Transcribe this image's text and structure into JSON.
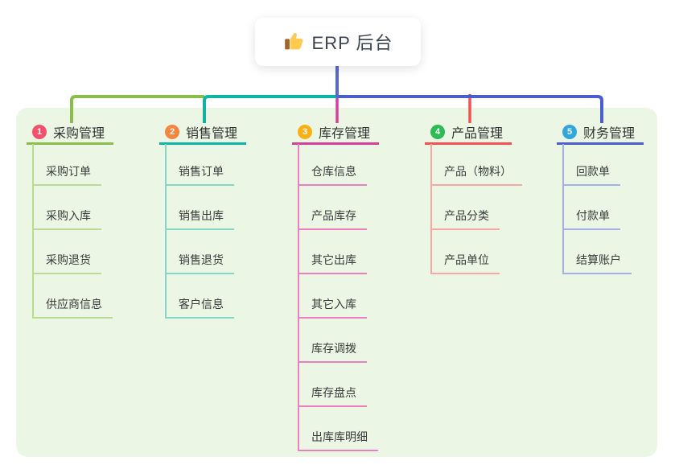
{
  "root": {
    "title": "ERP 后台",
    "icon": "thumbs-up-icon"
  },
  "palette": {
    "panel_bg": "#ebf7e4",
    "root_connector": "#5568d4",
    "text": "#333333"
  },
  "branches": [
    {
      "index": "1",
      "label": "采购管理",
      "badge_color": "#f5516c",
      "line_color": "#8abe4a",
      "child_line_color": "#b9db94",
      "children": [
        "采购订单",
        "采购入库",
        "采购退货",
        "供应商信息"
      ]
    },
    {
      "index": "2",
      "label": "销售管理",
      "badge_color": "#f6863f",
      "line_color": "#0db5a5",
      "child_line_color": "#82d7c9",
      "children": [
        "销售订单",
        "销售出库",
        "销售退货",
        "客户信息"
      ]
    },
    {
      "index": "3",
      "label": "库存管理",
      "badge_color": "#f9b016",
      "line_color": "#d64099",
      "child_line_color": "#ec7fc0",
      "children": [
        "仓库信息",
        "产品库存",
        "其它出库",
        "其它入库",
        "库存调拨",
        "库存盘点",
        "出库库明细"
      ]
    },
    {
      "index": "4",
      "label": "产品管理",
      "badge_color": "#2dbb55",
      "line_color": "#f15352",
      "child_line_color": "#f8a7a5",
      "children": [
        "产品（物料）",
        "产品分类",
        "产品单位"
      ]
    },
    {
      "index": "5",
      "label": "财务管理",
      "badge_color": "#31a5de",
      "line_color": "#4a5ed0",
      "child_line_color": "#a2b1e9",
      "children": [
        "回款单",
        "付款单",
        "结算账户"
      ]
    }
  ]
}
